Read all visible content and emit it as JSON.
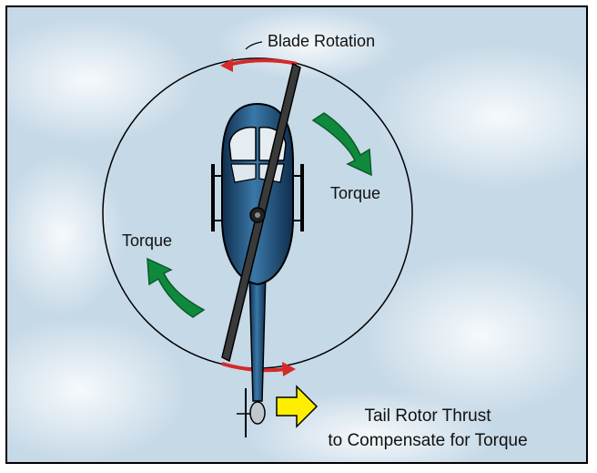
{
  "labels": {
    "blade_rotation": "Blade Rotation",
    "torque_right": "Torque",
    "torque_left": "Torque",
    "tail_line1": "Tail Rotor Thrust",
    "tail_line2": "to Compensate for Torque"
  },
  "colors": {
    "sky": "#c9dbe8",
    "torque_arrow": "#0f8a3c",
    "rotation_arrow": "#d42a2a",
    "thrust_arrow": "#ffee00",
    "fuselage": "#1f4a73"
  },
  "icons": {
    "helicopter": "helicopter-top-view-icon",
    "thrust": "arrow-right-icon"
  }
}
